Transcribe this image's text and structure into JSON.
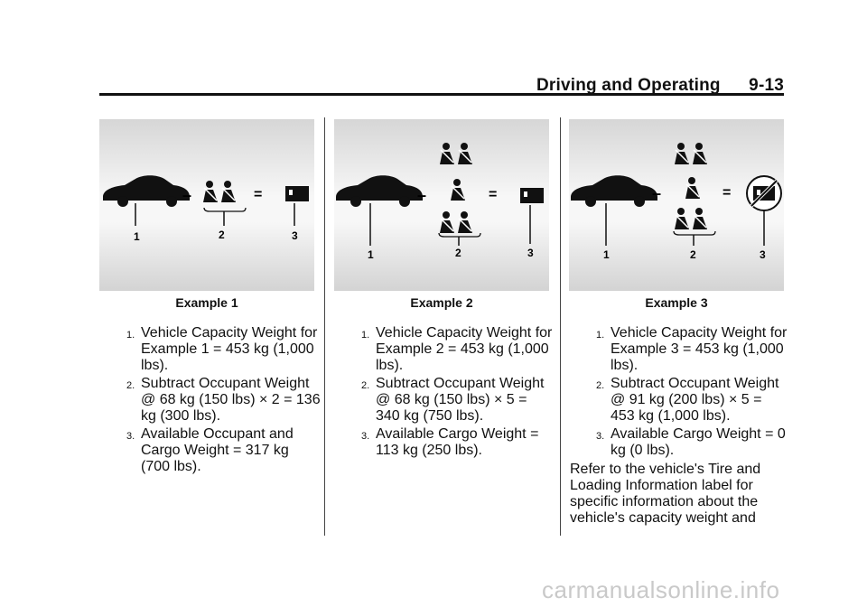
{
  "header": {
    "section": "Driving and Operating",
    "page": "9-13"
  },
  "examples": [
    {
      "caption": "Example 1",
      "callouts": [
        "1",
        "2",
        "3"
      ],
      "items": [
        {
          "num": "1.",
          "text": "Vehicle Capacity Weight for Example 1 = 453 kg (1,000 lbs)."
        },
        {
          "num": "2.",
          "text": "Subtract Occupant Weight @ 68 kg (150 lbs) × 2 = 136 kg (300 lbs)."
        },
        {
          "num": "3.",
          "text": "Available Occupant and Cargo Weight = 317 kg (700 lbs)."
        }
      ]
    },
    {
      "caption": "Example 2",
      "callouts": [
        "1",
        "2",
        "3"
      ],
      "items": [
        {
          "num": "1.",
          "text": "Vehicle Capacity Weight for Example 2 = 453 kg (1,000 lbs)."
        },
        {
          "num": "2.",
          "text": "Subtract Occupant Weight @ 68 kg (150 lbs) × 5 = 340 kg (750 lbs)."
        },
        {
          "num": "3.",
          "text": "Available Cargo Weight = 113 kg (250 lbs)."
        }
      ]
    },
    {
      "caption": "Example 3",
      "callouts": [
        "1",
        "2",
        "3"
      ],
      "items": [
        {
          "num": "1.",
          "text": "Vehicle Capacity Weight for Example 3 = 453 kg (1,000 lbs)."
        },
        {
          "num": "2.",
          "text": "Subtract Occupant Weight @ 91 kg (200 lbs) × 5 = 453 kg (1,000 lbs)."
        },
        {
          "num": "3.",
          "text": "Available Cargo Weight = 0 kg (0 lbs)."
        }
      ]
    }
  ],
  "note": "Refer to the vehicle's Tire and Loading Information label for specific information about the vehicle's capacity weight and",
  "symbols": {
    "minus": "–",
    "equals": "="
  },
  "watermark": "carmanualsonline.info"
}
